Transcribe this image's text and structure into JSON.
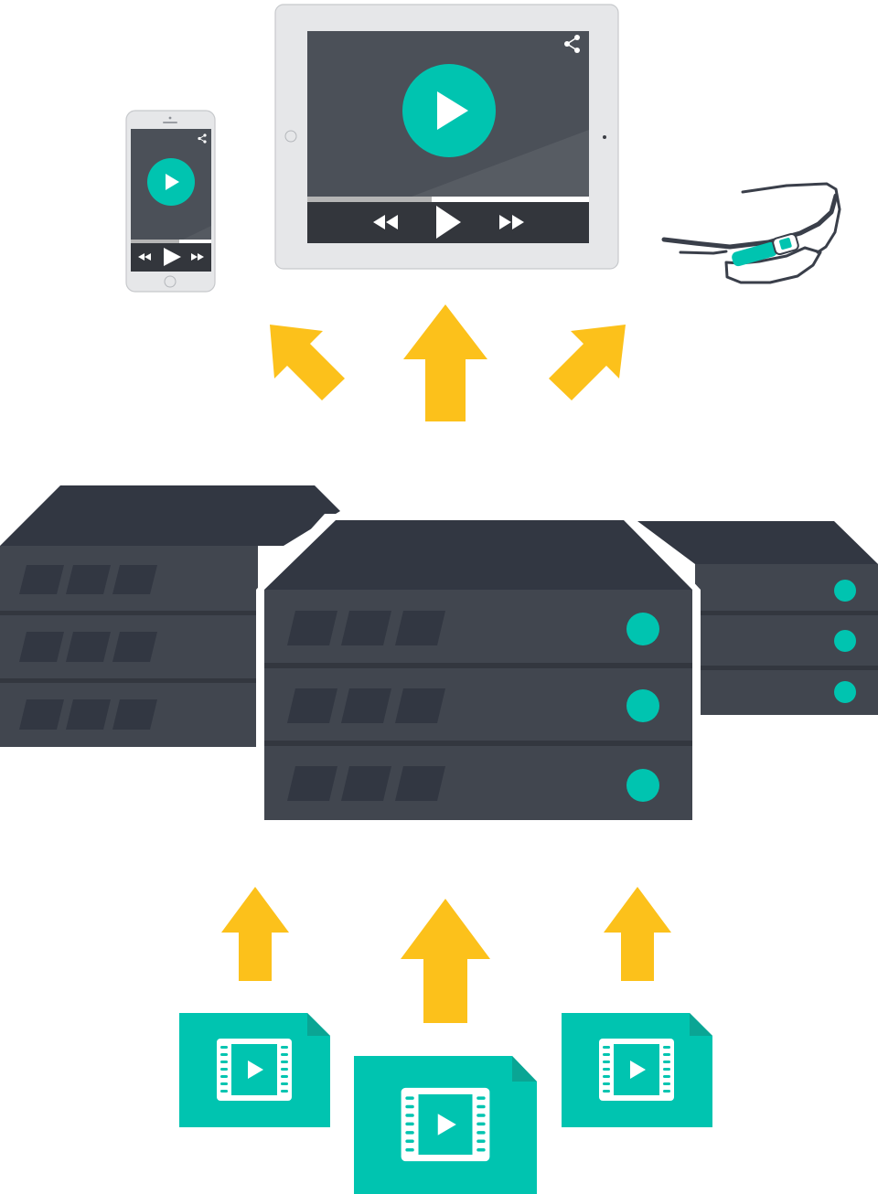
{
  "diagram": {
    "colors": {
      "arrow": "#fcc11b",
      "teal": "#00c4b0",
      "server_top": "#323742",
      "server_body": "#41464f",
      "server_slot": "#323742",
      "server_divider": "#33373f",
      "screen": "#4b5058",
      "screen_controls": "#33363c",
      "device_frame": "#e6e7e9",
      "device_frame_edge": "#c7c9cc",
      "progress_played": "#b5b5b5",
      "progress_remaining": "#ffffff",
      "glasses_frame": "#3a3f4a",
      "file_fold": "#0aa594",
      "background": "#ffffff"
    },
    "devices": [
      {
        "kind": "phone",
        "icons": [
          "play-icon",
          "share-icon",
          "rewind-icon",
          "forward-icon"
        ],
        "progress_fraction": 0.6
      },
      {
        "kind": "tablet",
        "icons": [
          "play-icon",
          "share-icon",
          "rewind-icon",
          "forward-icon"
        ],
        "progress_fraction": 0.44
      },
      {
        "kind": "smart-glasses",
        "icons": []
      }
    ],
    "servers": [
      {
        "position": "left",
        "units": 3,
        "status_lights": 0
      },
      {
        "position": "center",
        "units": 3,
        "status_lights": 3
      },
      {
        "position": "right",
        "units": 3,
        "status_lights": 3
      }
    ],
    "files": [
      {
        "kind": "video-file",
        "icon": "film-play-icon"
      },
      {
        "kind": "video-file",
        "icon": "film-play-icon"
      },
      {
        "kind": "video-file",
        "icon": "film-play-icon"
      }
    ],
    "flows": [
      {
        "from": "servers",
        "to": "phone",
        "direction": "up-left"
      },
      {
        "from": "servers",
        "to": "tablet",
        "direction": "up"
      },
      {
        "from": "servers",
        "to": "smart-glasses",
        "direction": "up-right"
      },
      {
        "from": "video-file-1",
        "to": "servers",
        "direction": "up"
      },
      {
        "from": "video-file-2",
        "to": "servers",
        "direction": "up"
      },
      {
        "from": "video-file-3",
        "to": "servers",
        "direction": "up"
      }
    ]
  }
}
